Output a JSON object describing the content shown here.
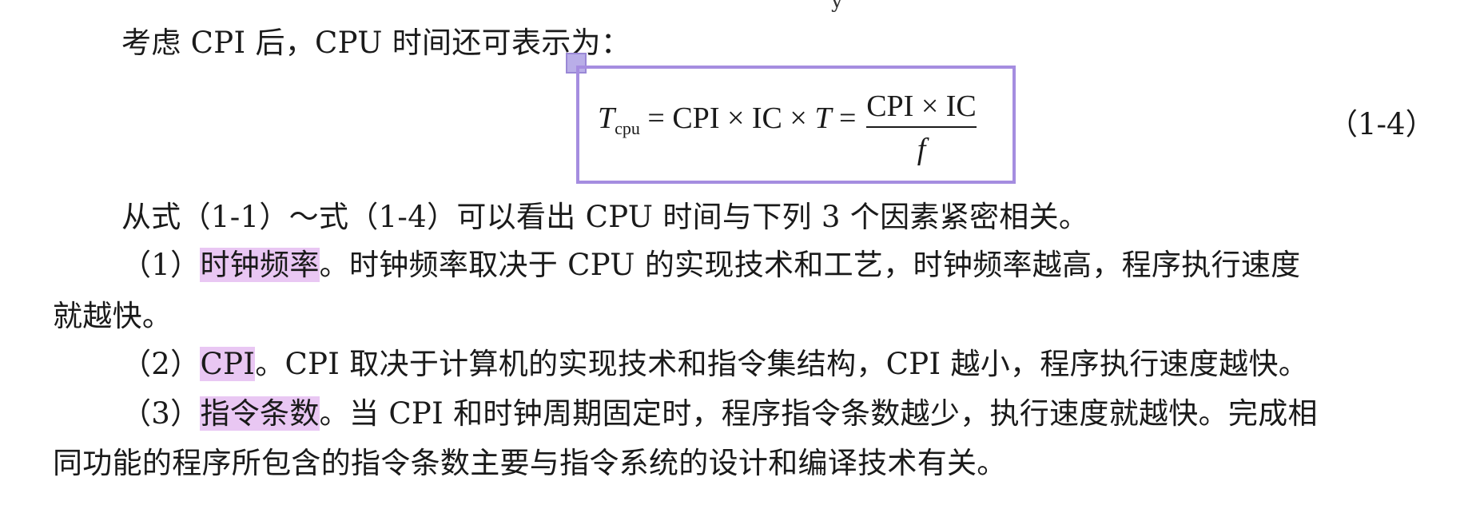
{
  "doc": {
    "top_fragment": "y",
    "intro": "考虑 CPI 后，CPU 时间还可表示为：",
    "equation": {
      "lhs_symbol": "T",
      "lhs_subscript": "cpu",
      "middle": " = CPI × IC × ",
      "middle_var": "T",
      "equals": " =",
      "numerator": "CPI × IC",
      "denominator": "f",
      "number": "（1-4）"
    },
    "summary": "从式（1-1）～式（1-4）可以看出 CPU 时间与下列 3 个因素紧密相关。",
    "item1": {
      "prefix": "（1）",
      "term": "时钟频率",
      "text_line1": "。时钟频率取决于 CPU 的实现技术和工艺，时钟频率越高，程序执行速度",
      "text_line2": "就越快。"
    },
    "item2": {
      "prefix": "（2）",
      "term": "CPI",
      "text_line1": "。CPI 取决于计算机的实现技术和指令集结构，CPI 越小，程序执行速度越快。"
    },
    "item3": {
      "prefix": "（3）",
      "term": "指令条数",
      "text_line1": "。当 CPI 和时钟周期固定时，程序指令条数越少，执行速度就越快。完成相",
      "text_line2": "同功能的程序所包含的指令条数主要与指令系统的设计和编译技术有关。"
    }
  }
}
